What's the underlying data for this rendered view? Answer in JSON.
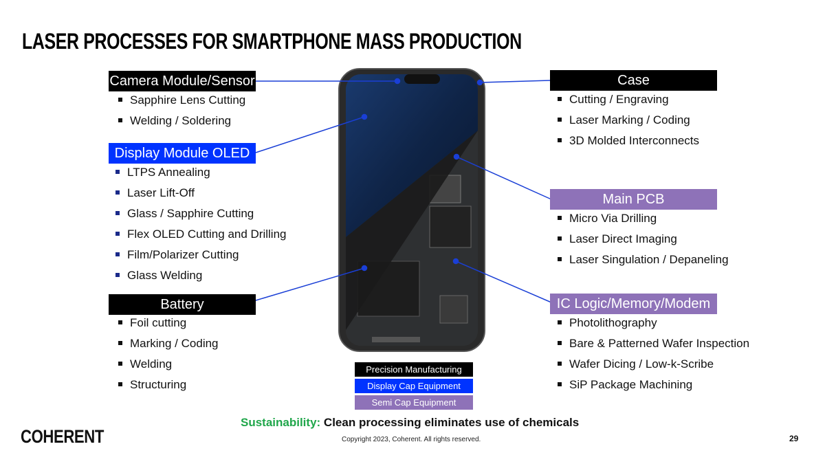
{
  "title": "LASER PROCESSES FOR SMARTPHONE MASS PRODUCTION",
  "camera": {
    "heading": "Camera Module/Sensor",
    "items": [
      "Sapphire Lens Cutting",
      "Welding / Soldering"
    ]
  },
  "display": {
    "heading": "Display Module OLED",
    "items": [
      "LTPS Annealing",
      "Laser Lift-Off",
      "Glass / Sapphire Cutting",
      "Flex OLED Cutting and Drilling",
      "Film/Polarizer Cutting",
      "Glass Welding"
    ]
  },
  "battery": {
    "heading": "Battery",
    "items": [
      "Foil cutting",
      "Marking / Coding",
      "Welding",
      "Structuring"
    ]
  },
  "case": {
    "heading": "Case",
    "items": [
      "Cutting / Engraving",
      "Laser Marking / Coding",
      "3D Molded Interconnects"
    ]
  },
  "pcb": {
    "heading": "Main PCB",
    "items": [
      "Micro Via Drilling",
      "Laser Direct Imaging",
      "Laser Singulation / Depaneling"
    ]
  },
  "ic": {
    "heading": "IC Logic/Memory/Modem",
    "items": [
      "Photolithography",
      "Bare & Patterned Wafer Inspection",
      "Wafer Dicing / Low-k-Scribe",
      "SiP Package Machining"
    ]
  },
  "legend": [
    "Precision Manufacturing",
    "Display Cap Equipment",
    "Semi Cap Equipment"
  ],
  "sustainability": {
    "label": "Sustainability:",
    "text": "Clean processing eliminates use of chemicals"
  },
  "copyright": "Copyright 2023, Coherent. All rights reserved.",
  "page": "29",
  "logo": "COHERENT",
  "colors": {
    "precision": "#000000",
    "display": "#0033ff",
    "semi": "#8e72b8",
    "green": "#1fa64a",
    "line": "#1a3fd6"
  }
}
